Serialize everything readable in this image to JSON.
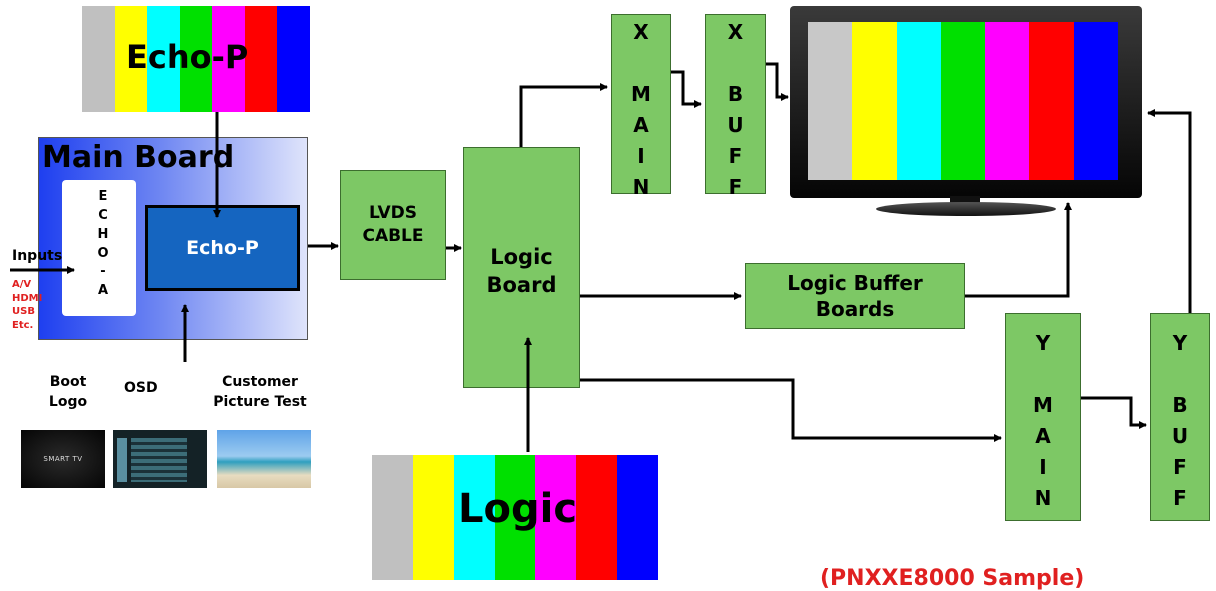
{
  "colors": [
    "#c0c0c0",
    "#ffff00",
    "#00ffff",
    "#00e000",
    "#ff00ff",
    "#ff0000",
    "#0000ff"
  ],
  "echo_p_bars_label": "Echo-P",
  "logic_bars_label": "Logic",
  "main_board": {
    "title": "Main Board",
    "echo_a": "E\nC\nH\nO\n-\nA",
    "echo_p": "Echo-P",
    "inputs": "Inputs",
    "input_list": "A/V\nHDMI\nUSB\nEtc."
  },
  "lvds": "LVDS\nCABLE",
  "logic_board": "Logic\nBoard",
  "logic_buffer": "Logic Buffer\nBoards",
  "x_main": "X\n\nM\nA\nI\nN",
  "x_buff": "X\n\nB\nU\nF\nF",
  "y_main": "Y\n\nM\nA\nI\nN",
  "y_buff": "Y\n\nB\nU\nF\nF",
  "captions": {
    "boot_logo": "Boot\nLogo",
    "osd": "OSD",
    "customer": "Customer\nPicture Test"
  },
  "thumb_smart_tv": "SMART TV",
  "footer_partial": "(PNXXE8000 Sample)"
}
